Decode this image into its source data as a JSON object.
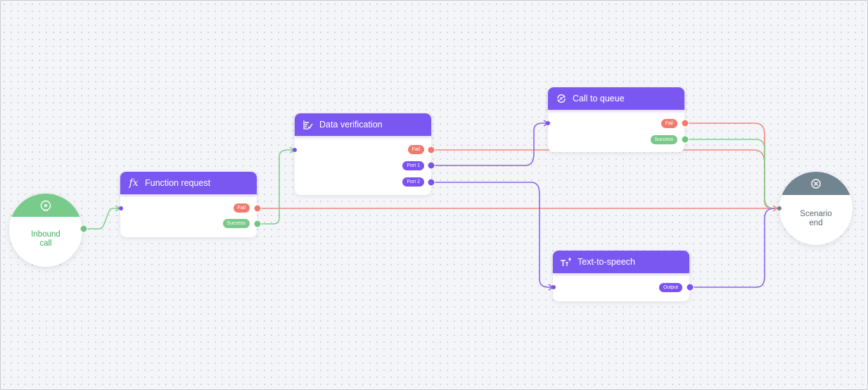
{
  "canvas": {
    "colors": {
      "node_header": "#7b57f2",
      "fail": "#ef7b6e",
      "success": "#79c98a",
      "port": "#7a52f0",
      "start": "#78cb8b",
      "end": "#718591"
    }
  },
  "nodes": {
    "inbound_call": {
      "label_line1": "Inbound",
      "label_line2": "call",
      "icon": "play-circle-icon"
    },
    "function_request": {
      "title": "Function request",
      "icon": "fx-icon",
      "outputs": [
        "Fail",
        "Success"
      ]
    },
    "data_verification": {
      "title": "Data verification",
      "icon": "checklist-icon",
      "outputs": [
        "Fail",
        "Port 1",
        "Port 2"
      ]
    },
    "call_to_queue": {
      "title": "Call to queue",
      "icon": "queue-icon",
      "outputs": [
        "Fail",
        "Success"
      ]
    },
    "text_to_speech": {
      "title": "Text-to-speech",
      "icon": "text-to-speech-icon",
      "outputs": [
        "Output"
      ]
    },
    "scenario_end": {
      "label_line1": "Scenario",
      "label_line2": "end",
      "icon": "close-circle-icon"
    }
  },
  "connections": [
    {
      "from": "Inbound call",
      "to": "Function request"
    },
    {
      "from": "Function request / Fail",
      "to": "Scenario end"
    },
    {
      "from": "Function request / Success",
      "to": "Data verification"
    },
    {
      "from": "Data verification / Fail",
      "to": "Scenario end"
    },
    {
      "from": "Data verification / Port 1",
      "to": "Call to queue"
    },
    {
      "from": "Data verification / Port 2",
      "to": "Text-to-speech"
    },
    {
      "from": "Call to queue / Fail",
      "to": "Scenario end"
    },
    {
      "from": "Call to queue / Success",
      "to": "Scenario end"
    },
    {
      "from": "Text-to-speech / Output",
      "to": "Scenario end"
    }
  ]
}
